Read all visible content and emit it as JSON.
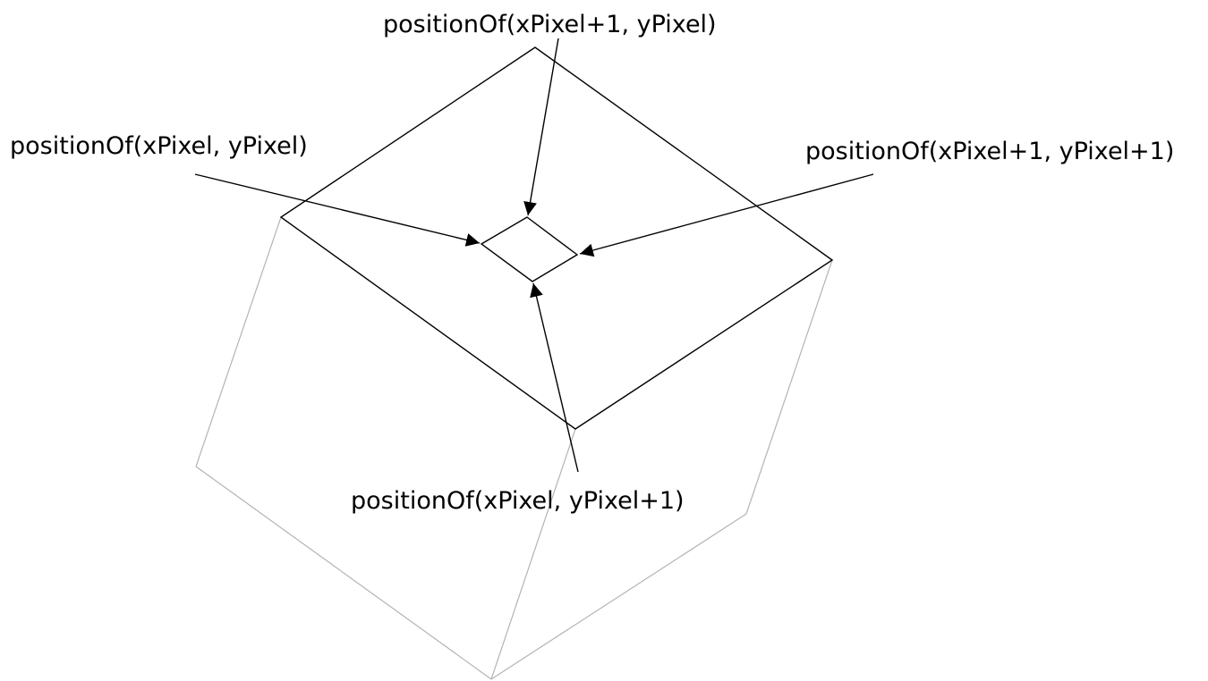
{
  "colors": {
    "background": "#ffffff",
    "top_face_and_arrows": "#000000",
    "cube_back_edges": "#b4b4b4"
  },
  "labels": {
    "top": "positionOf(xPixel+1, yPixel)",
    "left": "positionOf(xPixel, yPixel)",
    "right": "positionOf(xPixel+1, yPixel+1)",
    "bottom": "positionOf(xPixel, yPixel+1)"
  }
}
